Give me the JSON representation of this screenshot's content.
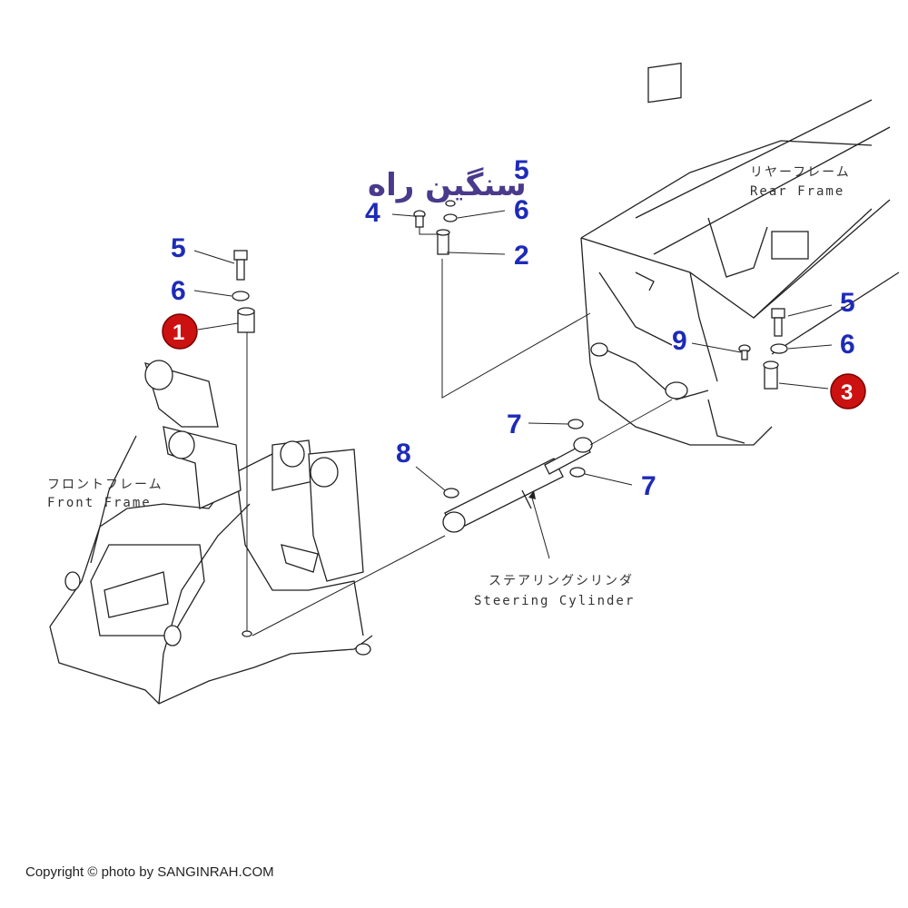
{
  "watermark": {
    "logo_text": "سنگین راه"
  },
  "labels": {
    "front_frame_jp": "フロントフレーム",
    "front_frame_en": "Front Frame",
    "rear_frame_jp": "リヤーフレーム",
    "rear_frame_en": "Rear Frame",
    "steering_cylinder_jp": "ステアリングシリンダ",
    "steering_cylinder_en": "Steering Cylinder"
  },
  "callouts": {
    "top_5": "5",
    "top_4": "4",
    "top_6": "6",
    "top_2": "2",
    "left_5": "5",
    "left_6": "6",
    "left_1": "1",
    "right_5": "5",
    "right_9": "9",
    "right_6": "6",
    "right_3": "3",
    "mid_7a": "7",
    "mid_8": "8",
    "mid_7b": "7"
  },
  "colors": {
    "callout_blue": "#1d2bb8",
    "callout_red": "#cc1111",
    "line": "#222222",
    "logo": "#4a3a8c"
  },
  "footer": {
    "copyright": "Copyright © photo by SANGINRAH.COM"
  }
}
